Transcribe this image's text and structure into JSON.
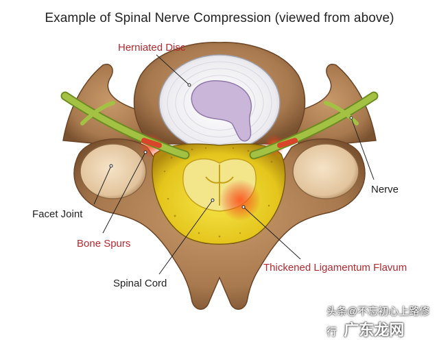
{
  "title": "Example of Spinal Nerve Compression (viewed from above)",
  "labels": {
    "herniated_disc": "Herniated Disc",
    "nerve": "Nerve",
    "facet_joint": "Facet Joint",
    "bone_spurs": "Bone Spurs",
    "spinal_cord": "Spinal Cord",
    "ligamentum_flavum": "Thickened Ligamentum Flavum"
  },
  "watermark": {
    "text": "头条@不忘初心上路修行",
    "logo": "广东龙网"
  },
  "colors": {
    "label_red": "#b5282e",
    "label_dark": "#1f1f1f",
    "bone": "#a8794e",
    "disc": "#f3f3f6",
    "nucleus": "#c6b3d6",
    "nerve": "#8fb03a",
    "ligament": "#e0c21a",
    "cord": "#f1df7a",
    "inflammation": "#e23a1e"
  }
}
